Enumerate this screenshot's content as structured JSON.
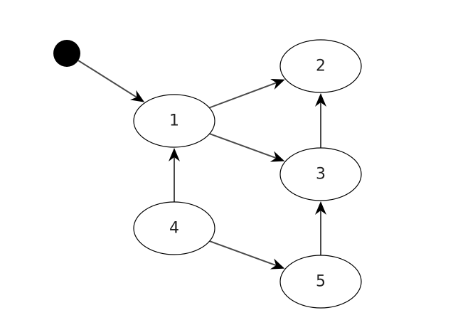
{
  "diagram": {
    "type": "directed-graph",
    "start_marker": true,
    "nodes": [
      {
        "id": "1",
        "label": "1"
      },
      {
        "id": "2",
        "label": "2"
      },
      {
        "id": "3",
        "label": "3"
      },
      {
        "id": "4",
        "label": "4"
      },
      {
        "id": "5",
        "label": "5"
      }
    ],
    "edges": [
      {
        "from": "start",
        "to": "1"
      },
      {
        "from": "1",
        "to": "2"
      },
      {
        "from": "1",
        "to": "3"
      },
      {
        "from": "3",
        "to": "2"
      },
      {
        "from": "4",
        "to": "1"
      },
      {
        "from": "4",
        "to": "5"
      },
      {
        "from": "5",
        "to": "3"
      }
    ]
  }
}
